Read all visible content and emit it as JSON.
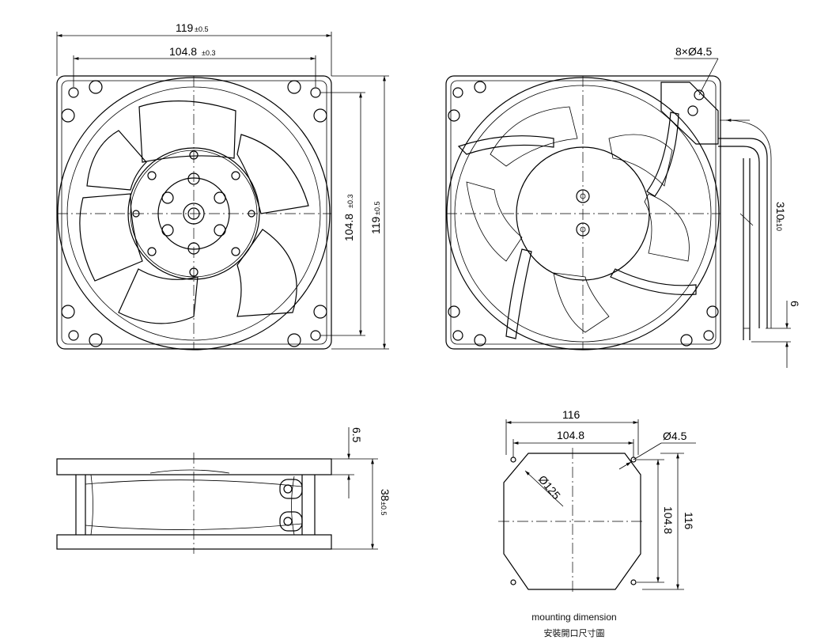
{
  "front_view": {
    "dim_overall": "119",
    "dim_overall_tol": "±0.5",
    "dim_hole_pitch": "104.8",
    "dim_hole_pitch_tol": "±0.3",
    "dim_right_inner": "104.8",
    "dim_right_inner_tol": "±0.3",
    "dim_right_outer": "119",
    "dim_right_outer_tol": "±0.5"
  },
  "rear_view": {
    "hole_callout": "8×Ø4.5",
    "lead_length": "310",
    "lead_length_tol": "±10",
    "lead_strip": "6"
  },
  "side_view": {
    "flange": "6.5",
    "depth": "38",
    "depth_tol": "±0.5"
  },
  "mounting": {
    "outer_width": "116",
    "hole_pitch": "104.8",
    "hole_dia": "Ø4.5",
    "cutout_dia": "Ø125",
    "right_inner": "104.8",
    "right_outer": "116"
  },
  "caption": {
    "en": "mounting dimension",
    "zh": "安裝開口尺寸圖"
  }
}
